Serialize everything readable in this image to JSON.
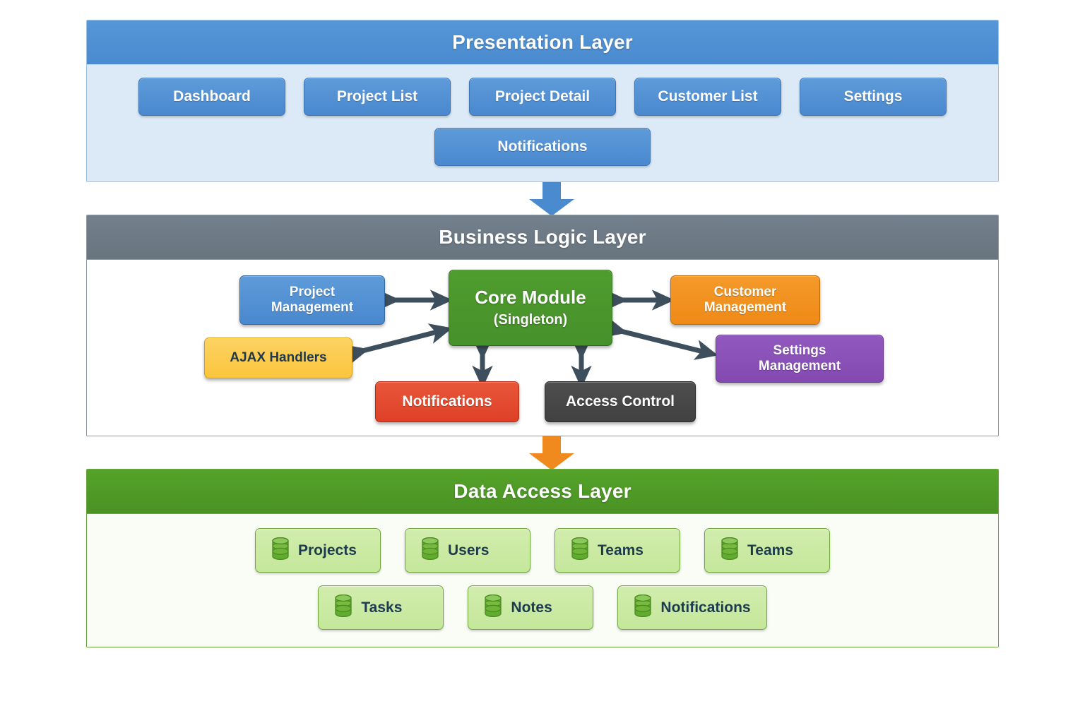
{
  "colors": {
    "presentation_header": "#4a8ace",
    "presentation_body": "#dceaf7",
    "presentation_node": "#5e9bd9",
    "business_header": "#68757f",
    "business_body": "#ffffff",
    "data_header": "#4a9224",
    "data_body": "#fafdf6",
    "data_node": "#c4e79a",
    "core_module": "#46912a",
    "customer_management": "#ef8a15",
    "ajax_handlers": "#fbc53c",
    "settings_management": "#8349b0",
    "notifications": "#de4026",
    "access_control": "#414141",
    "arrow_connector": "#3d4f5c",
    "arrow_presentation": "#4a8ace",
    "arrow_data": "#f08a1e"
  },
  "presentation_layer": {
    "title": "Presentation Layer",
    "row1": [
      {
        "label": "Dashboard"
      },
      {
        "label": "Project List"
      },
      {
        "label": "Project Detail"
      },
      {
        "label": "Customer List"
      },
      {
        "label": "Settings"
      }
    ],
    "row2": [
      {
        "label": "Notifications"
      }
    ]
  },
  "arrow_top": {
    "icon": "down-arrow-icon"
  },
  "business_layer": {
    "title": "Business Logic Layer",
    "nodes": {
      "project_management": "Project\nManagement",
      "project_management_line1": "Project",
      "project_management_line2": "Management",
      "core_title": "Core Module",
      "core_subtitle": "(Singleton)",
      "customer_management_line1": "Customer",
      "customer_management_line2": "Management",
      "ajax_handlers": "AJAX Handlers",
      "settings_management_line1": "Settings",
      "settings_management_line2": "Management",
      "notifications": "Notifications",
      "access_control": "Access Control"
    },
    "connections": [
      {
        "from": "Project Management",
        "to": "Core Module",
        "type": "bidirectional"
      },
      {
        "from": "Core Module",
        "to": "Customer Management",
        "type": "bidirectional"
      },
      {
        "from": "AJAX Handlers",
        "to": "Core Module",
        "type": "bidirectional"
      },
      {
        "from": "Core Module",
        "to": "Settings Management",
        "type": "bidirectional"
      },
      {
        "from": "Core Module",
        "to": "Notifications",
        "type": "bidirectional"
      },
      {
        "from": "Core Module",
        "to": "Access Control",
        "type": "bidirectional"
      }
    ]
  },
  "arrow_bottom": {
    "icon": "down-arrow-icon"
  },
  "data_layer": {
    "title": "Data Access Layer",
    "row1": [
      {
        "label": "Projects",
        "icon": "database-icon"
      },
      {
        "label": "Users",
        "icon": "database-icon"
      },
      {
        "label": "Teams",
        "icon": "database-icon"
      },
      {
        "label": "Teams",
        "icon": "database-icon"
      }
    ],
    "row2": [
      {
        "label": "Tasks",
        "icon": "database-icon"
      },
      {
        "label": "Notes",
        "icon": "database-icon"
      },
      {
        "label": "Notifications",
        "icon": "database-icon"
      }
    ]
  }
}
